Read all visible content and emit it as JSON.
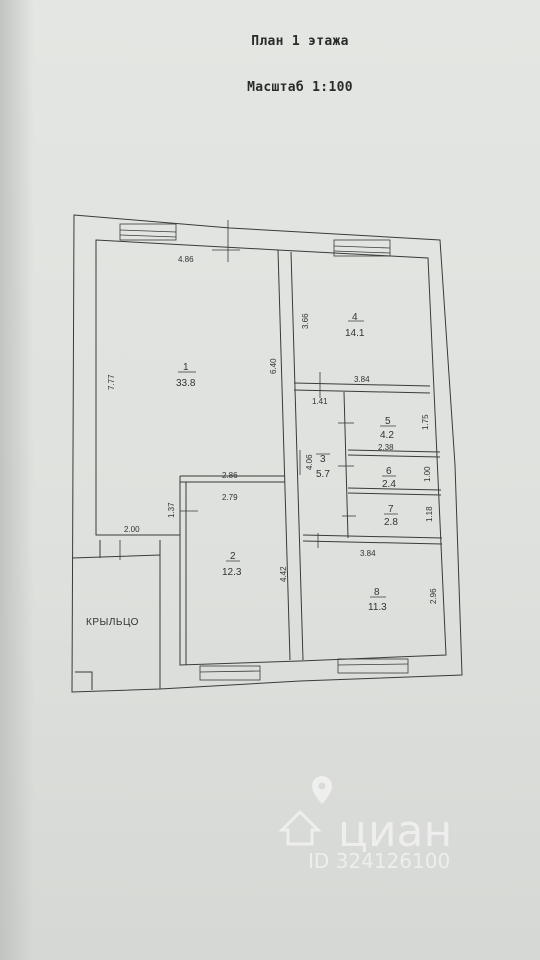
{
  "header": {
    "title": "План 1 этажа",
    "scale": "Масштаб 1:100"
  },
  "rooms": [
    {
      "number": "1",
      "area": "33.8"
    },
    {
      "number": "2",
      "area": "12.3"
    },
    {
      "number": "3",
      "area": "5.7"
    },
    {
      "number": "4",
      "area": "14.1"
    },
    {
      "number": "5",
      "area": "4.2"
    },
    {
      "number": "6",
      "area": "2.4"
    },
    {
      "number": "7",
      "area": "2.8"
    },
    {
      "number": "8",
      "area": "11.3"
    }
  ],
  "porch_label": "КРЫЛЬЦО",
  "dimensions": {
    "top_left": "4.86",
    "left": "7.77",
    "mid_wall": "6.40",
    "room4_height": "3.66",
    "room4_width": "3.84",
    "room3_width": "1.41",
    "room5_height": "1.75",
    "room5_width": "2.38",
    "room3_height": "4.06",
    "room6_height": "1.00",
    "room7_height": "1.18",
    "room1_bottom": "2.86",
    "room2_top": "2.79",
    "step": "1.37",
    "porch_width": "2.00",
    "room2_height": "4.42",
    "room8_width": "3.84",
    "room8_height": "2.96"
  },
  "watermark": {
    "brand": "циан",
    "id": "ID 324126100"
  }
}
